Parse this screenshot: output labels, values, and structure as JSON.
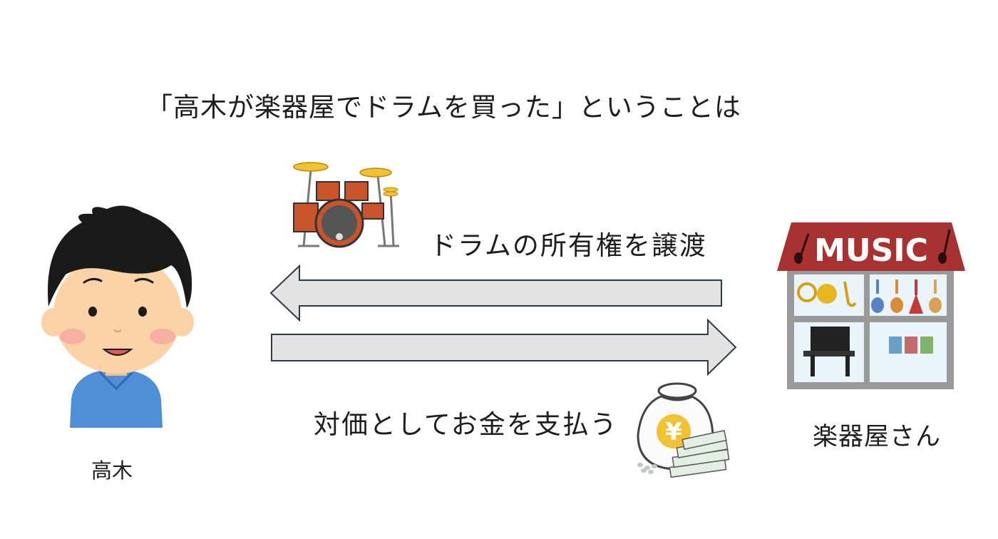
{
  "title": "「高木が楽器屋でドラムを買った」ということは",
  "transfer_label": "ドラムの所有権を譲渡",
  "payment_label": "対価としてお金を支払う",
  "person_label": "高木",
  "shop_label": "楽器屋さん",
  "shop_sign": "MUSIC",
  "money_bag_symbol": "¥",
  "colors": {
    "arrow_fill": "#e3e3e3",
    "arrow_stroke": "#2d3a4a",
    "hair": "#1a1a1a",
    "skin": "#fbd3a6",
    "shirt": "#4f8fd6",
    "awning": "#a83232",
    "drum_shell": "#c9532b",
    "cymbal": "#f2c233"
  }
}
